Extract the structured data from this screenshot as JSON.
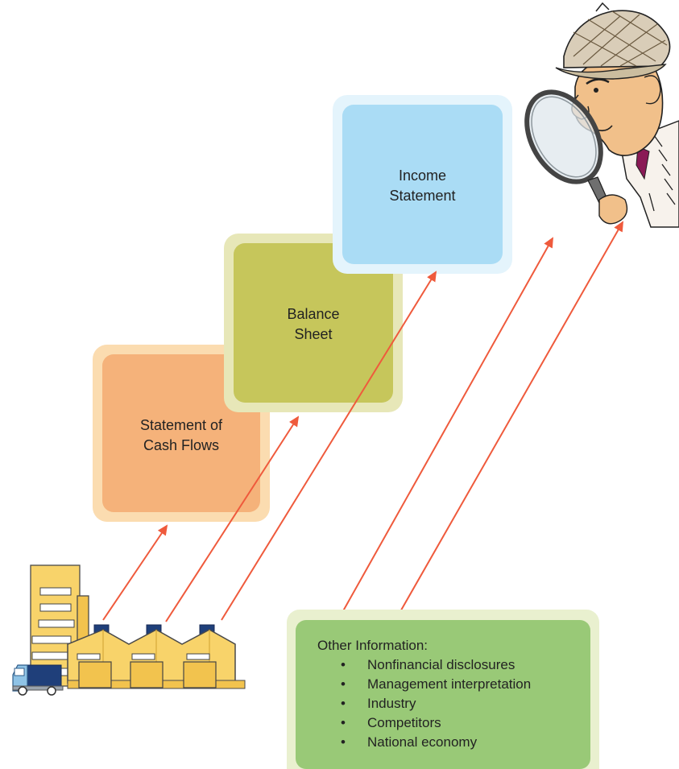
{
  "boxes": {
    "cash": {
      "line1": "Statement of",
      "line2": "Cash Flows"
    },
    "balance": {
      "line1": "Balance",
      "line2": "Sheet"
    },
    "income": {
      "line1": "Income",
      "line2": "Statement"
    }
  },
  "other": {
    "title": "Other Information:",
    "items": [
      "Nonfinancial disclosures",
      "Management interpretation",
      "Industry",
      "Competitors",
      "National economy"
    ]
  },
  "colors": {
    "arrow": "#ef5a3c",
    "cash_outer": "#fbdcb0",
    "cash_inner": "#f5b27a",
    "balance_outer": "#e7e7b8",
    "balance_inner": "#c6c65b",
    "income_outer": "#e4f4fc",
    "income_inner": "#aadcf5",
    "other_outer": "#e9f0cf",
    "other_inner": "#99c977"
  },
  "icons": [
    "factory-icon",
    "truck-icon",
    "detective-icon",
    "magnifying-glass-icon"
  ]
}
